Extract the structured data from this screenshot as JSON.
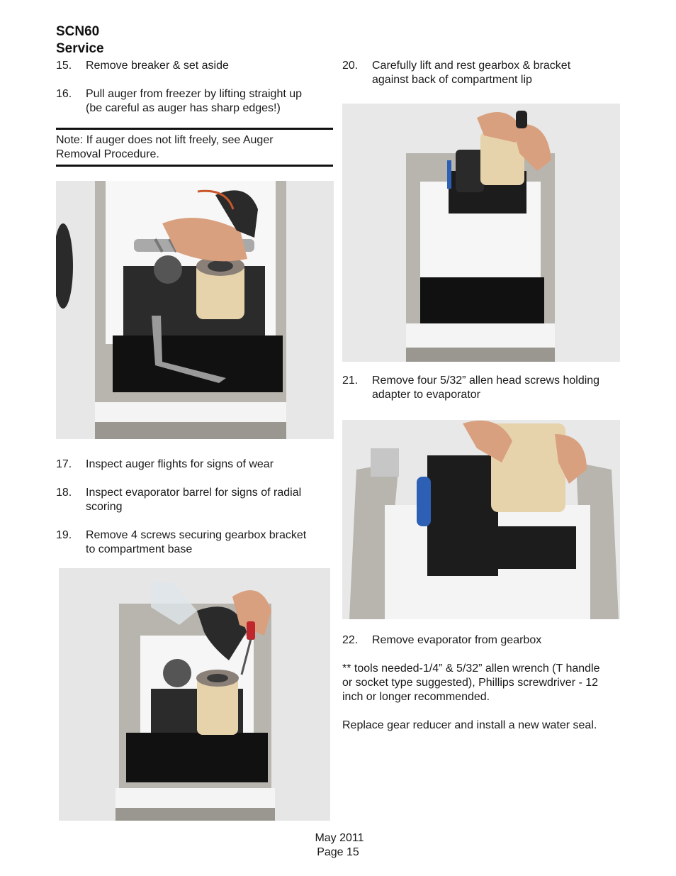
{
  "header": {
    "model": "SCN60",
    "section": "Service"
  },
  "left_steps_top": [
    {
      "num": "15.",
      "lines": [
        "Remove breaker & set aside"
      ]
    },
    {
      "num": "16.",
      "lines": [
        "Pull auger from freezer by lifting straight up",
        "(be careful as auger has sharp edges!)"
      ]
    }
  ],
  "note": {
    "lines": [
      "Note: If auger does not lift freely, see Auger",
      "Removal Procedure."
    ]
  },
  "left_steps_mid": [
    {
      "num": "17.",
      "lines": [
        "Inspect auger flights for signs of wear"
      ]
    },
    {
      "num": "18.",
      "lines": [
        "Inspect evaporator barrel for signs of radial",
        "scoring"
      ]
    },
    {
      "num": "19.",
      "lines": [
        "Remove 4 screws securing gearbox bracket",
        "to compartment base"
      ]
    }
  ],
  "right_steps": [
    {
      "num": "20.",
      "lines": [
        "Carefully lift and rest gearbox & bracket",
        "against back of compartment lip"
      ]
    },
    {
      "num": "21.",
      "lines": [
        "Remove four 5/32” allen head screws holding",
        "adapter to evaporator"
      ]
    },
    {
      "num": "22.",
      "lines": [
        "Remove evaporator from gearbox"
      ]
    }
  ],
  "tools_note": {
    "lines": [
      "** tools needed-1/4” & 5/32” allen wrench (T handle",
      "or socket type suggested), Phillips screwdriver - 12",
      "inch or longer recommended."
    ]
  },
  "replace_note": {
    "lines": [
      "Replace gear reducer and install a new water seal."
    ]
  },
  "footer": {
    "date": "May 2011",
    "page": "Page 15"
  },
  "photos": [
    {
      "name": "photo-auger-removal"
    },
    {
      "name": "photo-gearbox-screws"
    },
    {
      "name": "photo-gearbox-lift"
    },
    {
      "name": "photo-evaporator-adapter"
    }
  ],
  "colors": {
    "text": "#1a1a1a",
    "rule": "#111111",
    "stainless": "#b9b6b0",
    "gearbox": "#1c1c1c",
    "evaporator": "#e6d3ac",
    "skin": "#d9a07f"
  }
}
